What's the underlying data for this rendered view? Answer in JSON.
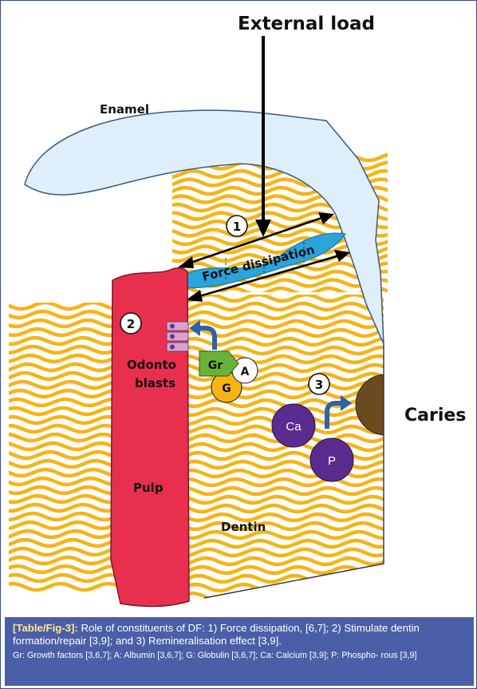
{
  "labels": {
    "external_load": "External load",
    "enamel": "Enamel",
    "force_dissipation": "Force dissipation",
    "odonto_line1": "Odonto",
    "odonto_line2": "blasts",
    "pulp": "Pulp",
    "dentin": "Dentin",
    "caries": "Caries"
  },
  "markers": [
    "1",
    "2",
    "3"
  ],
  "molecules": {
    "gr": "Gr",
    "a": "A",
    "g": "G",
    "ca": "Ca",
    "p": "P"
  },
  "caption": {
    "tag": "[Table/Fig-3]:",
    "text": "Role of constituents of DF: 1) Force dissipation, [6,7]; 2) Stimulate dentin formation/repair [3,9]; and 3) Remineralisation effect [3,9].",
    "abbreviations": "Gr: Growth factors [3,6,7]; A: Albumin [3,6,7]; G: Globulin [3,6,7]; Ca: Calcium [3,9]; P: Phospho- rous [3,9]"
  },
  "colors": {
    "enamel": "#deeefa",
    "tubules": "#f5b416",
    "pulp": "#e8304e",
    "force_band": "#2ba3db",
    "arrow_blue": "#2f62a6",
    "growth_factor": "#6ab237",
    "globulin": "#f5b416",
    "mineral": "#5b2c8f",
    "caries": "#6b4a1f",
    "odontoblast": "#d9a2cc",
    "caption_bg": "#4a5fa8"
  }
}
